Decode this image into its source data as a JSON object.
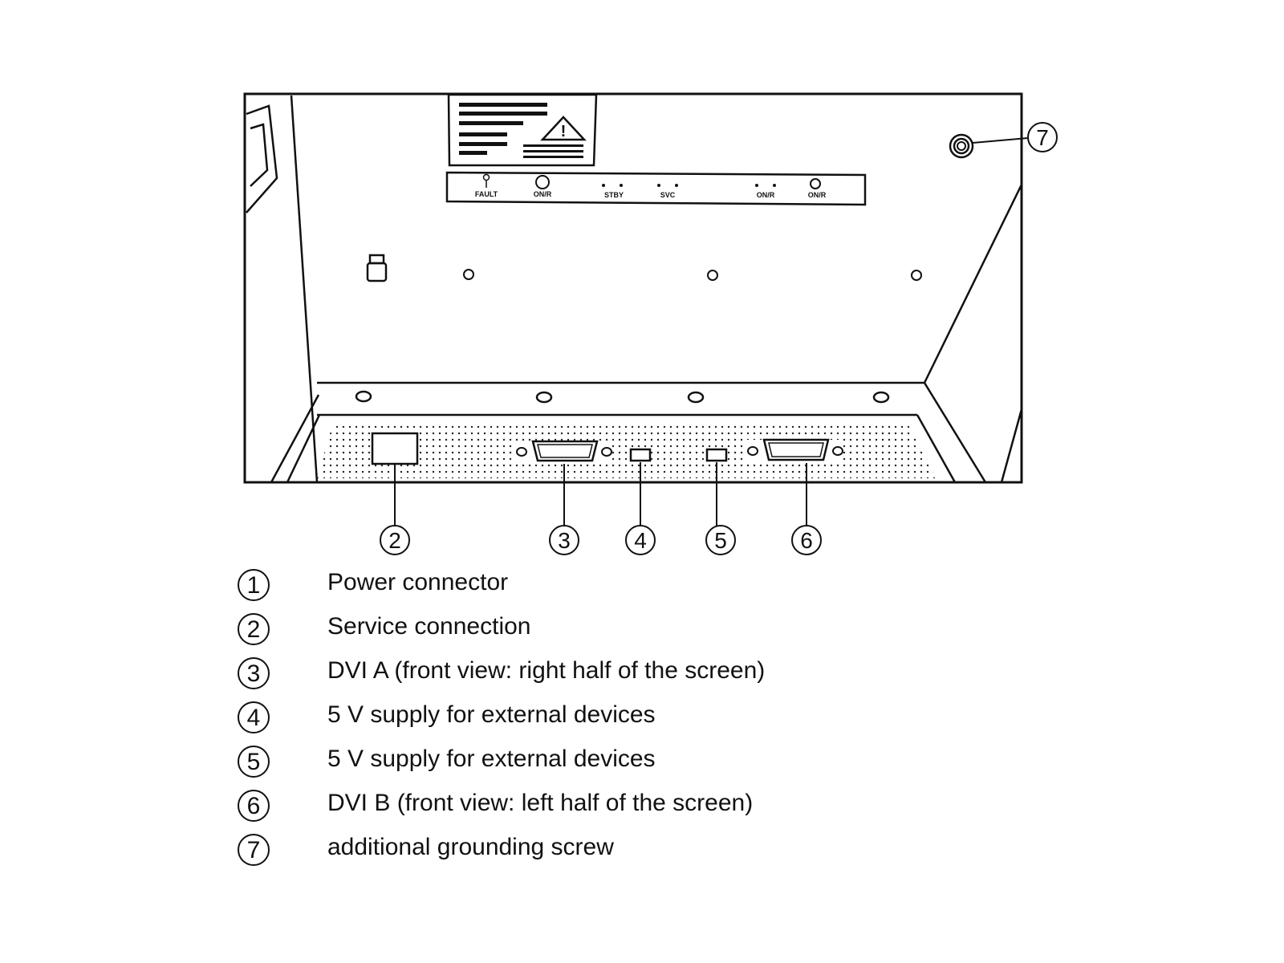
{
  "panel": {
    "labels": {
      "fault": "FAULT",
      "on_r_left": "ON/R",
      "stby": "STBY",
      "svc": "SVC",
      "on_r_right": "ON/R",
      "on_r_far": "ON/R"
    }
  },
  "callouts": {
    "c2": "2",
    "c3": "3",
    "c4": "4",
    "c5": "5",
    "c6": "6",
    "c7": "7"
  },
  "legend": [
    {
      "num": "1",
      "text": "Power connector"
    },
    {
      "num": "2",
      "text": "Service connection"
    },
    {
      "num": "3",
      "text": "DVI A (front view: right half of the screen)"
    },
    {
      "num": "4",
      "text": "5 V supply for external devices"
    },
    {
      "num": "5",
      "text": "5 V supply for external devices"
    },
    {
      "num": "6",
      "text": "DVI B (front view: left half of the screen)"
    },
    {
      "num": "7",
      "text": "additional grounding screw"
    }
  ]
}
